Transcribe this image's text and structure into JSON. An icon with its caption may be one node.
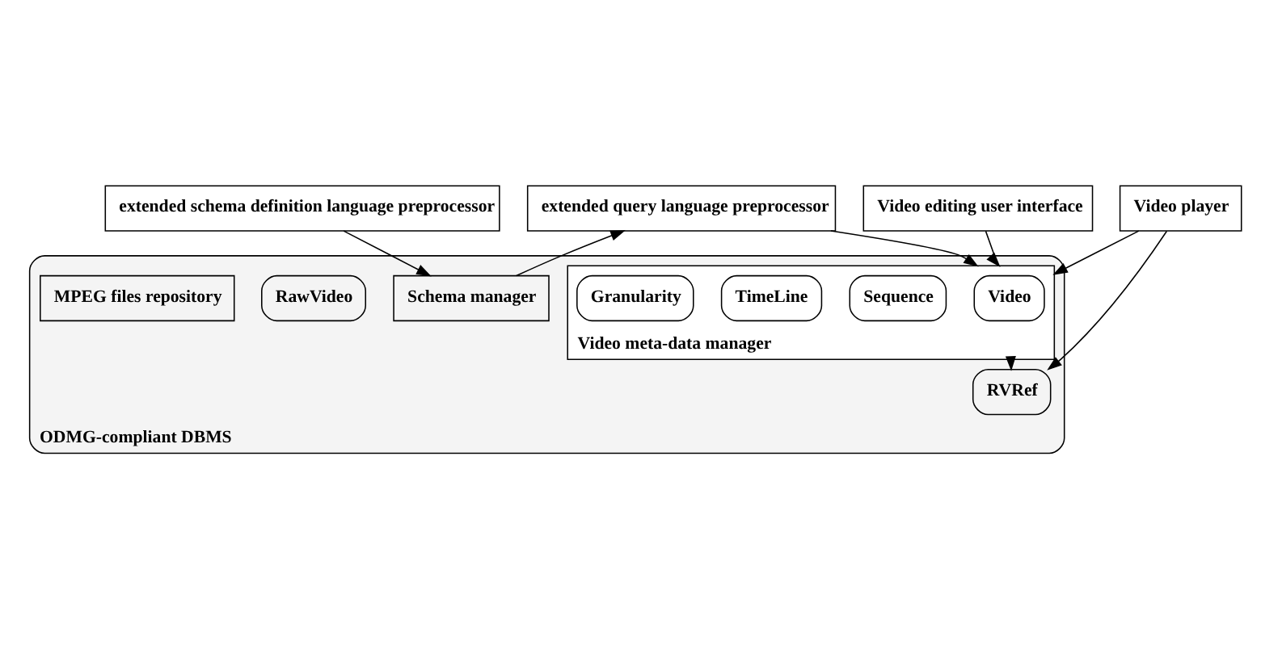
{
  "diagram": {
    "nodes": [
      {
        "text": [
          "extended schema definition language preprocessor"
        ]
      },
      {
        "text": [
          "extended query language preprocessor"
        ]
      },
      {
        "text": [
          "Video editing user interface"
        ]
      },
      {
        "text": [
          "Video player"
        ]
      },
      {
        "text": [
          "ODMG-compliant DBMS"
        ]
      },
      {
        "text": [
          "Schema manager"
        ],
        "in": 4
      },
      {
        "text": [
          "Video meta-data manager"
        ],
        "in": 4
      },
      {
        "text": [
          "Video"
        ],
        "in": 6
      },
      {
        "text": [
          "Sequence"
        ],
        "in": 6
      },
      {
        "text": [
          "TimeLine"
        ],
        "in": 6
      },
      {
        "text": [
          "Granularity"
        ],
        "in": 6
      },
      {
        "text": [
          "RVRef"
        ],
        "in": 4
      },
      {
        "text": [
          "RawVideo"
        ],
        "in": 4
      },
      {
        "text": [
          "MPEG files repository"
        ],
        "in": 4
      }
    ],
    "edges": [
      {
        "from": 0,
        "to": 5,
        "arrow": "to"
      },
      {
        "from": 5,
        "to": 1,
        "arrow": "to"
      },
      {
        "from": 1,
        "to": 6,
        "arrow": "to"
      },
      {
        "from": 2,
        "to": 6,
        "arrow": "to"
      },
      {
        "from": 3,
        "to": 6,
        "arrow": "to"
      },
      {
        "from": 3,
        "to": 11,
        "arrow": "to"
      },
      {
        "from": 6,
        "to": 11,
        "arrow": "to"
      }
    ]
  }
}
